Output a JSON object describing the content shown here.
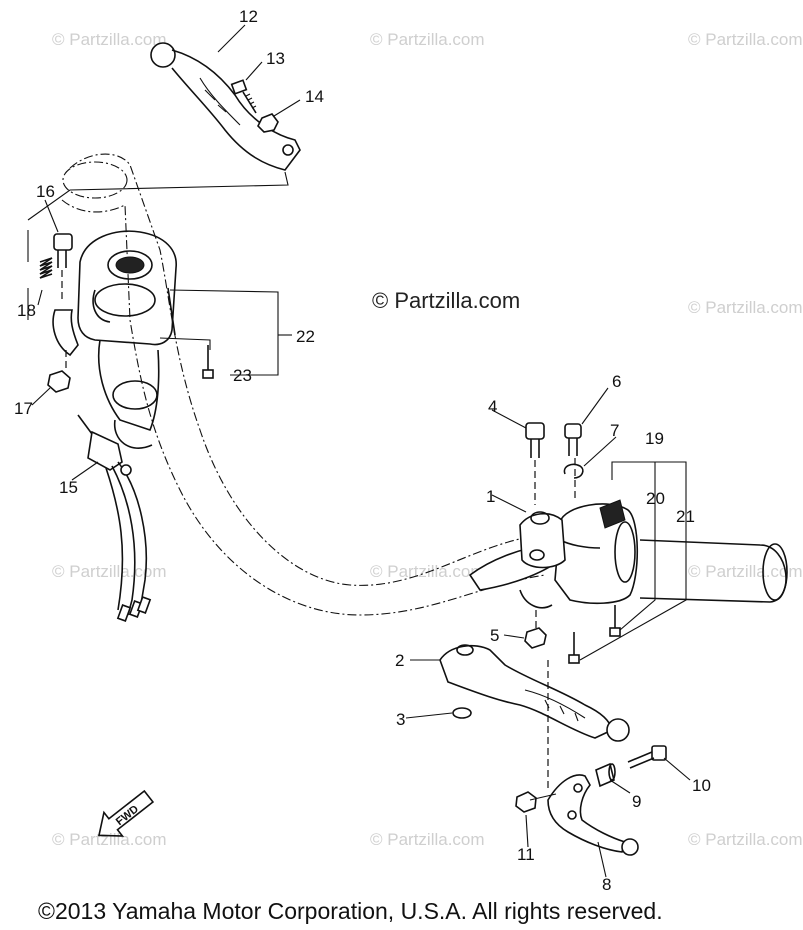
{
  "watermark": {
    "small": "© Partzilla.com",
    "center": "© Partzilla.com"
  },
  "callouts": [
    "1",
    "2",
    "3",
    "4",
    "5",
    "6",
    "7",
    "8",
    "9",
    "10",
    "11",
    "12",
    "13",
    "14",
    "15",
    "16",
    "17",
    "18",
    "19",
    "20",
    "21",
    "22",
    "23"
  ],
  "fwd_arrow": "FWD",
  "copyright": "©2013 Yamaha Motor Corporation, U.S.A. All rights reserved."
}
